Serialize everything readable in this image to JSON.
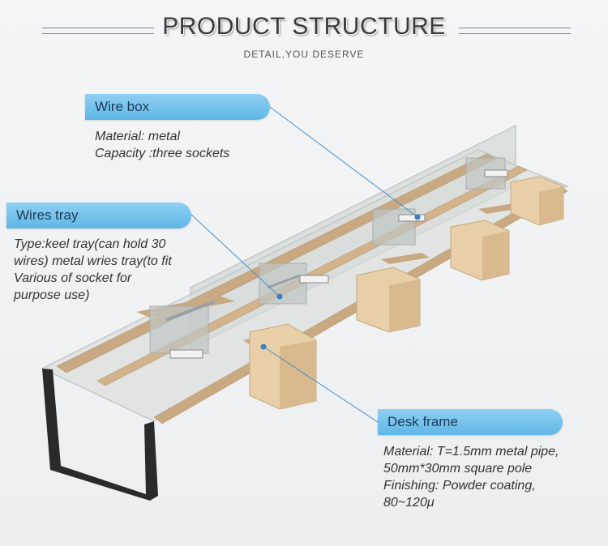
{
  "header": {
    "title": "PRODUCT STRUCTURE",
    "subtitle": "DETAIL,YOU DESERVE"
  },
  "callouts": {
    "wire_box": {
      "label": "Wire box",
      "lines": [
        "Material: metal",
        "Capacity :three sockets"
      ]
    },
    "wires_tray": {
      "label": "Wires tray",
      "lines": [
        "Type:keel tray(can hold 30",
        "wires) metal wries tray(to fit",
        "Various of socket for",
        "purpose use)"
      ]
    },
    "desk_frame": {
      "label": "Desk frame",
      "lines": [
        "Material: T=1.5mm metal pipe,",
        "50mm*30mm square pole",
        "Finishing: Powder coating,",
        "80~120μ"
      ]
    }
  },
  "colors": {
    "accent": "#6cc0ec",
    "wood": "#e8cfa8",
    "frame": "#2a2a2a",
    "glass": "#c9d0cf"
  }
}
